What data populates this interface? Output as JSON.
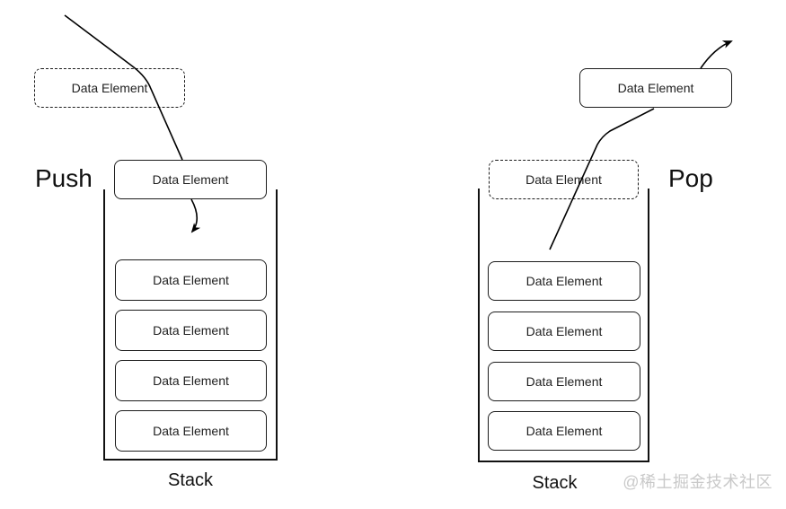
{
  "push_section": {
    "operation_label": "Push",
    "incoming_element_label": "Data Element",
    "top_element_label": "Data Element",
    "stack_items": [
      "Data Element",
      "Data Element",
      "Data Element",
      "Data Element"
    ],
    "stack_label": "Stack"
  },
  "pop_section": {
    "operation_label": "Pop",
    "outgoing_element_label": "Data Element",
    "removed_element_label": "Data Element",
    "stack_items": [
      "Data Element",
      "Data Element",
      "Data Element",
      "Data Element"
    ],
    "stack_label": "Stack"
  },
  "watermark": "@稀土掘金技术社区",
  "colors": {
    "stroke": "#000000",
    "box_border": "#1c1c1c",
    "text": "#1f1f1f",
    "watermark": "#c9c9c9",
    "background": "#ffffff"
  }
}
